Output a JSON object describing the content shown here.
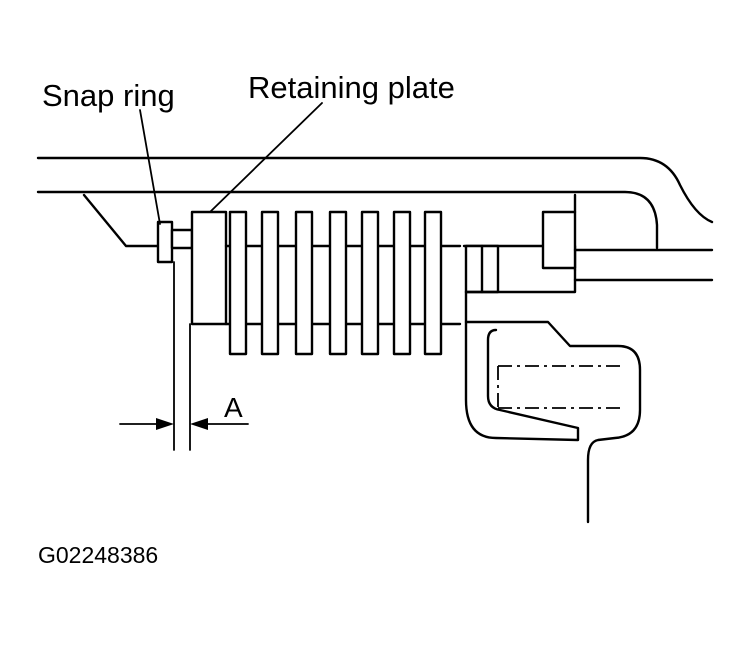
{
  "labels": {
    "snap_ring": "Snap ring",
    "retaining_plate": "Retaining plate",
    "dimension": "A",
    "figure_code": "G02248386"
  },
  "colors": {
    "line": "#000000",
    "background": "#ffffff"
  }
}
